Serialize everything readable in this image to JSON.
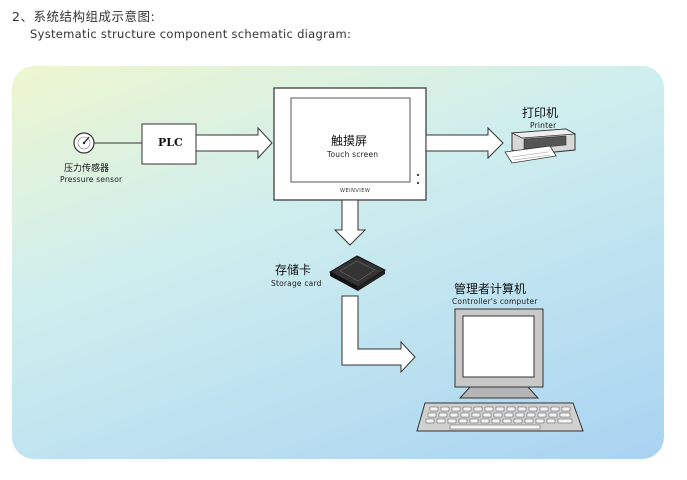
{
  "header": {
    "title": "2、系统结构组成示意图:",
    "subtitle": "Systematic structure component schematic diagram:"
  },
  "nodes": {
    "pressure_sensor": {
      "label_cn": "压力传感器",
      "label_en": "Pressure sensor"
    },
    "plc": {
      "label": "PLC"
    },
    "touch_screen": {
      "label_cn": "触摸屏",
      "label_en": "Touch screen",
      "brand": "WEINVIEW"
    },
    "printer": {
      "label_cn": "打印机",
      "label_en": "Printer"
    },
    "storage_card": {
      "label_cn": "存储卡",
      "label_en": "Storage card"
    },
    "computer": {
      "label_cn": "管理者计算机",
      "label_en": "Controller's computer"
    }
  },
  "colors": {
    "panel_top": "#eef6cf",
    "panel_mid": "#cfeeee",
    "panel_bottom": "#a9d3f2",
    "arrow_fill": "#ffffff",
    "outline": "#333333"
  },
  "icons": {
    "pressure_sensor": "gauge-icon",
    "printer": "printer-icon",
    "storage_card": "storage-card-icon",
    "computer": "desktop-computer-icon"
  }
}
